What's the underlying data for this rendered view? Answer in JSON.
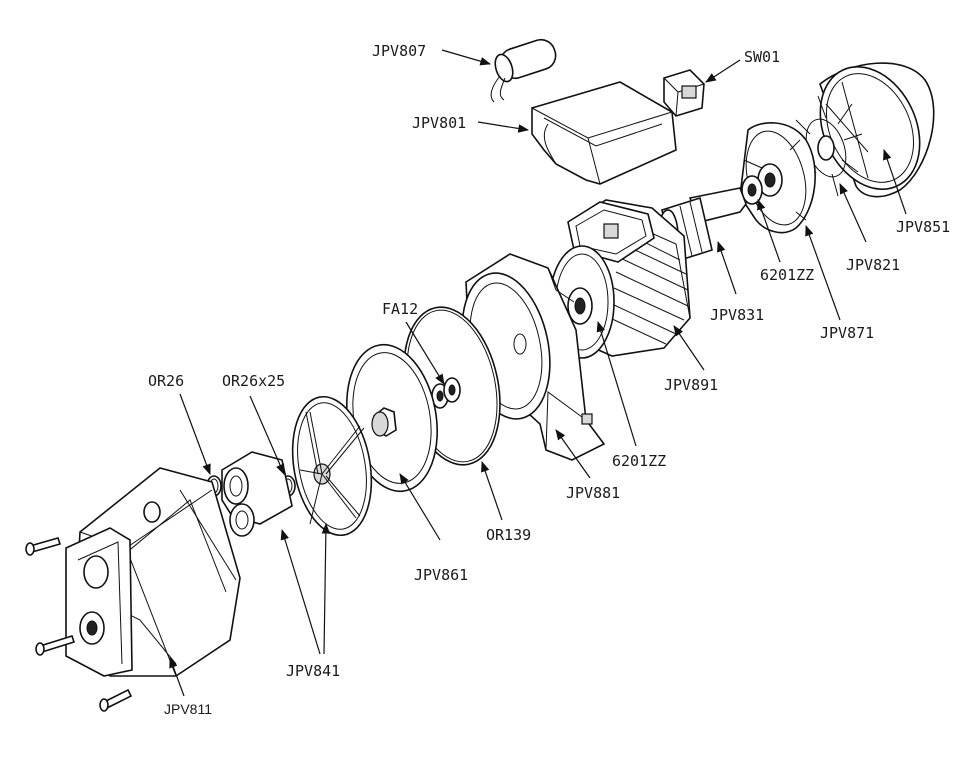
{
  "labels": {
    "jpv807": "JPV807",
    "sw01": "SW01",
    "jpv801": "JPV801",
    "jpv851": "JPV851",
    "zz6201_top": "6201ZZ",
    "jpv821": "JPV821",
    "jpv831": "JPV831",
    "jpv871": "JPV871",
    "fa12": "FA12",
    "jpv891": "JPV891",
    "or26": "OR26",
    "or26x25": "OR26x25",
    "zz6201_bottom": "6201ZZ",
    "jpv881": "JPV881",
    "or139": "OR139",
    "jpv861": "JPV861",
    "jpv841": "JPV841",
    "jpv811": "JPV811"
  },
  "colors": {
    "line": "#111111",
    "background": "#ffffff"
  }
}
